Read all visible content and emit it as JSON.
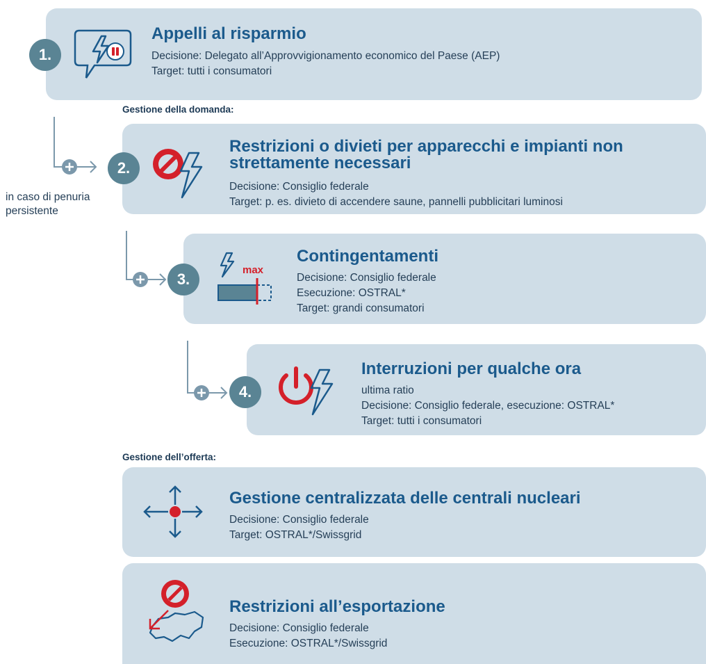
{
  "steps": [
    {
      "number": "1.",
      "title": "Appelli al risparmio",
      "lines": [
        "Decisione: Delegato all’Approvvigionamento economico del Paese (AEP)",
        "Target: tutti i consumatori"
      ],
      "icon": "speech-bubble-lightning-battery-icon"
    },
    {
      "number": "2.",
      "title_lines": [
        "Restrizioni o divieti per apparecchi e impianti non",
        "strettamente necessari"
      ],
      "lines": [
        "Decisione: Consiglio federale",
        "Target: p. es. divieto di accendere saune, pannelli pubblicitari luminosi"
      ],
      "icon": "prohibited-lightning-icon"
    },
    {
      "number": "3.",
      "title": "Contingentamenti",
      "lines": [
        "Decisione: Consiglio federale",
        "Esecuzione: OSTRAL*",
        "Target: grandi consumatori"
      ],
      "icon": "quota-bar-icon",
      "icon_label": "max"
    },
    {
      "number": "4.",
      "title": "Interruzioni per qualche ora",
      "lines": [
        "ultima ratio",
        "Decisione: Consiglio federale, esecuzione: OSTRAL*",
        "Target: tutti i consumatori"
      ],
      "icon": "power-off-lightning-icon"
    }
  ],
  "demand_label": "Gestione della domanda:",
  "supply_label": "Gestione dell’offerta:",
  "side_note": [
    "in caso di penuria",
    "persistente"
  ],
  "supply": [
    {
      "title": "Gestione centralizzata delle centrali nucleari",
      "lines": [
        "Decisione: Consiglio federale",
        "Target: OSTRAL*/Swissgrid"
      ],
      "icon": "central-control-arrows-icon"
    },
    {
      "title": "Restrizioni all’esportazione",
      "lines": [
        "Decisione: Consiglio federale",
        "Esecuzione: OSTRAL*/Swissgrid"
      ],
      "icon": "export-ban-switzerland-icon"
    }
  ],
  "colors": {
    "card": "#cfdde7",
    "title": "#1b5a8c",
    "number_badge": "#5a8494",
    "icon_blue": "#1b5a8c",
    "icon_red": "#d4202a",
    "connector": "#7b98ab"
  }
}
